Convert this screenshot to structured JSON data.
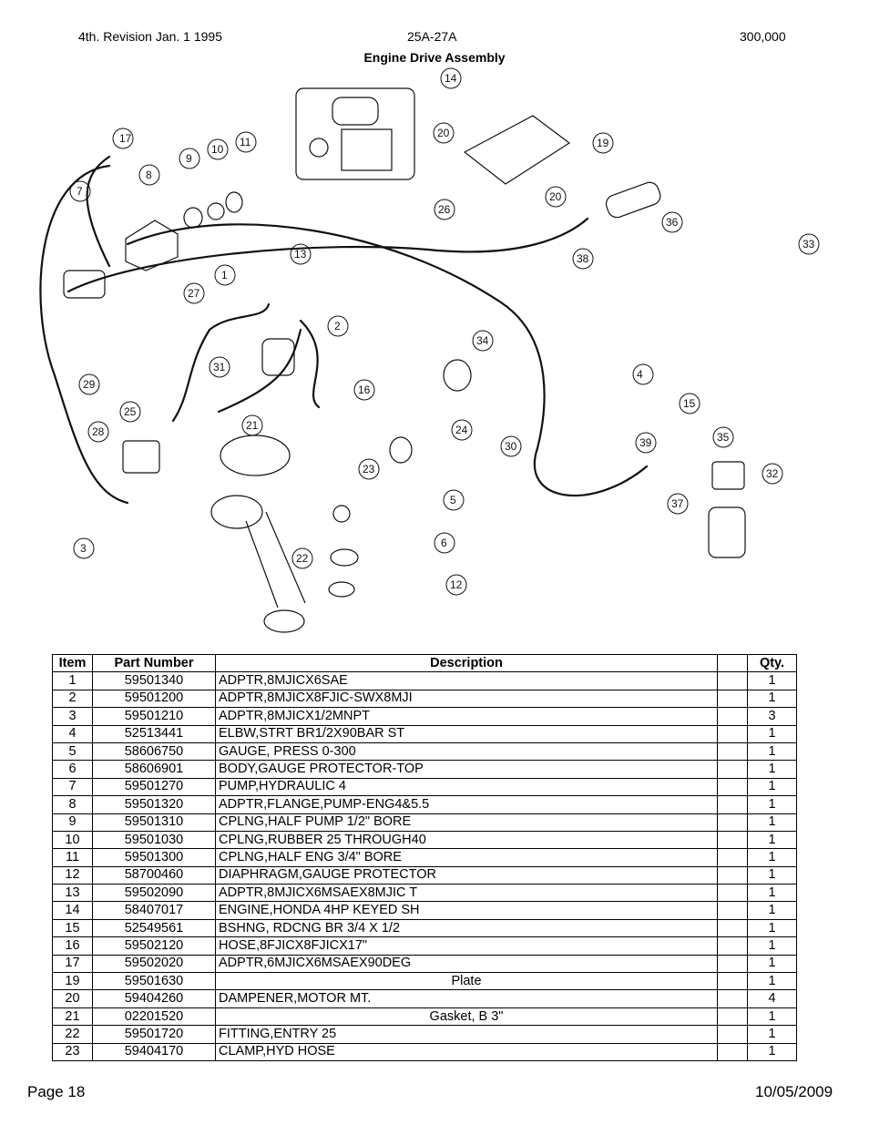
{
  "header": {
    "revision": "4th. Revision Jan. 1 1995",
    "model": "25A-27A",
    "capacity": "300,000"
  },
  "title": "Engine Drive Assembly",
  "diagram": {
    "callouts": [
      "1",
      "2",
      "3",
      "4",
      "5",
      "6",
      "7",
      "8",
      "9",
      "10",
      "11",
      "12",
      "13",
      "14",
      "15",
      "16",
      "17",
      "19",
      "20",
      "20",
      "21",
      "22",
      "23",
      "24",
      "25",
      "26",
      "27",
      "28",
      "29",
      "30",
      "31",
      "32",
      "33",
      "34",
      "35",
      "36",
      "37",
      "38",
      "39"
    ]
  },
  "table": {
    "headers": {
      "item": "Item",
      "part": "Part Number",
      "desc": "Description",
      "blank": "",
      "qty": "Qty."
    },
    "rows": [
      {
        "item": "1",
        "part": "59501340",
        "desc": "ADPTR,8MJICX6SAE",
        "qty": "1"
      },
      {
        "item": "2",
        "part": "59501200",
        "desc": "ADPTR,8MJICX8FJIC-SWX8MJI",
        "qty": "1"
      },
      {
        "item": "3",
        "part": "59501210",
        "desc": "ADPTR,8MJICX1/2MNPT",
        "qty": "3"
      },
      {
        "item": "4",
        "part": "52513441",
        "desc": "ELBW,STRT BR1/2X90BAR ST",
        "qty": "1"
      },
      {
        "item": "5",
        "part": "58606750",
        "desc": "GAUGE, PRESS 0-300",
        "qty": "1"
      },
      {
        "item": "6",
        "part": "58606901",
        "desc": "BODY,GAUGE PROTECTOR-TOP",
        "qty": "1"
      },
      {
        "item": "7",
        "part": "59501270",
        "desc": "PUMP,HYDRAULIC 4",
        "qty": "1"
      },
      {
        "item": "8",
        "part": "59501320",
        "desc": "ADPTR,FLANGE,PUMP-ENG4&5.5",
        "qty": "1"
      },
      {
        "item": "9",
        "part": "59501310",
        "desc": "CPLNG,HALF PUMP 1/2\" BORE",
        "qty": "1"
      },
      {
        "item": "10",
        "part": "59501030",
        "desc": "CPLNG,RUBBER 25 THROUGH40",
        "qty": "1"
      },
      {
        "item": "11",
        "part": "59501300",
        "desc": "CPLNG,HALF ENG 3/4\" BORE",
        "qty": "1"
      },
      {
        "item": "12",
        "part": "58700460",
        "desc": "DIAPHRAGM,GAUGE PROTECTOR",
        "qty": "1"
      },
      {
        "item": "13",
        "part": "59502090",
        "desc": "ADPTR,8MJICX6MSAEX8MJIC T",
        "qty": "1"
      },
      {
        "item": "14",
        "part": "58407017",
        "desc": "ENGINE,HONDA 4HP KEYED SH",
        "qty": "1"
      },
      {
        "item": "15",
        "part": "52549561",
        "desc": "BSHNG, RDCNG BR 3/4 X 1/2",
        "qty": "1"
      },
      {
        "item": "16",
        "part": "59502120",
        "desc": "HOSE,8FJICX8FJICX17\"",
        "qty": "1"
      },
      {
        "item": "17",
        "part": "59502020",
        "desc": "ADPTR,6MJICX6MSAEX90DEG",
        "qty": "1"
      },
      {
        "item": "19",
        "part": "59501630",
        "desc": "Plate",
        "qty": "1",
        "center": true
      },
      {
        "item": "20",
        "part": "59404260",
        "desc": "DAMPENER,MOTOR MT.",
        "qty": "4"
      },
      {
        "item": "21",
        "part": "02201520",
        "desc": "Gasket, B 3\"",
        "qty": "1",
        "center": true
      },
      {
        "item": "22",
        "part": "59501720",
        "desc": "FITTING,ENTRY 25",
        "qty": "1"
      },
      {
        "item": "23",
        "part": "59404170",
        "desc": "CLAMP,HYD HOSE",
        "qty": "1"
      }
    ]
  },
  "footer": {
    "page": "Page 18",
    "date": "10/05/2009"
  }
}
